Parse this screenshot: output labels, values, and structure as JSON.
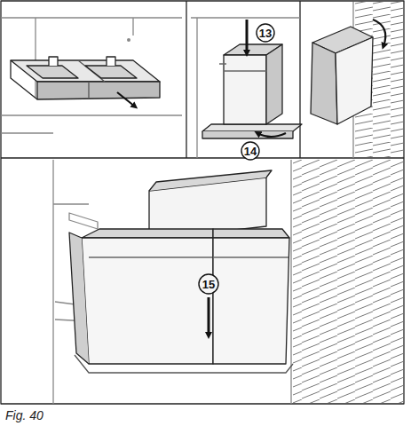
{
  "diagram": {
    "caption": "Fig. 40",
    "labels": [
      "13",
      "14",
      "15"
    ]
  }
}
